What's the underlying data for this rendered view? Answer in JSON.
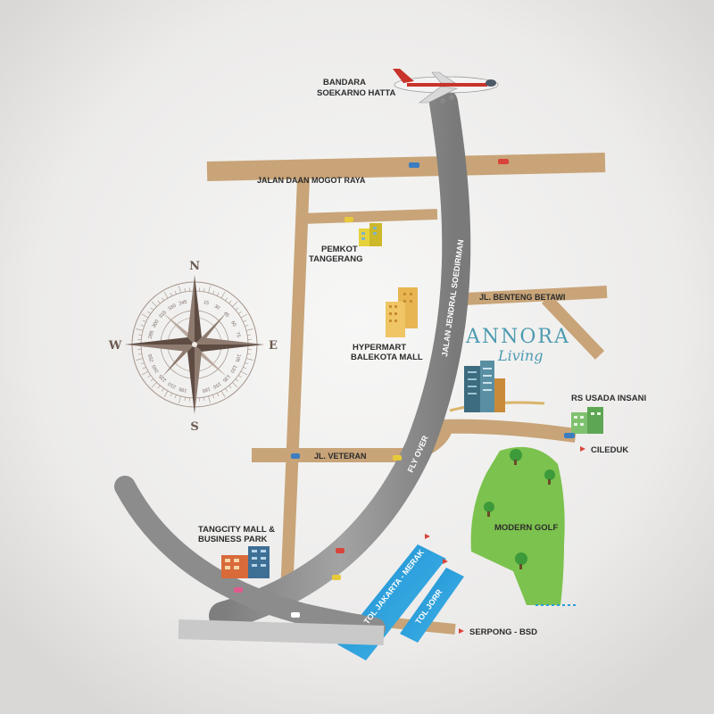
{
  "map": {
    "colors": {
      "background": "#e4e4e3",
      "road_brown": "#c8a478",
      "flyover_gray": "#8f8f8f",
      "toll_blue": "#2a9fd8",
      "golf_green": "#7cc24e",
      "brand_teal": "#4d9bb0",
      "compass_brown": "#7a6158"
    },
    "landmarks": {
      "airport": {
        "line1": "BANDARA",
        "line2": "SOEKARNO HATTA"
      },
      "pemkot": {
        "line1": "PEMKOT",
        "line2": "TANGERANG"
      },
      "hypermart": {
        "line1": "HYPERMART",
        "line2": "BALEKOTA MALL"
      },
      "rs_usada": {
        "label": "RS USADA INSANI"
      },
      "tangcity": {
        "line1": "TANGCITY MALL &",
        "line2": "BUSINESS PARK"
      },
      "golf": {
        "label": "MODERN GOLF"
      },
      "annora": {
        "line1": "ANNORA",
        "line2": "Living"
      }
    },
    "roads": {
      "daan_mogot": "JALAN DAAN MOGOT RAYA",
      "benteng_betawi": "JL. BENTENG BETAWI",
      "veteran": "JL. VETERAN",
      "sudirman": "JALAN JENDRAL SOEDIRMAN",
      "flyover": "FLY OVER",
      "tol_merak": "TOL JAKARTA - MERAK",
      "tol_jorr": "TOL JORR"
    },
    "destinations": {
      "cileduk": "CILEDUK",
      "serpong": "SERPONG - BSD"
    },
    "compass": {
      "north": "N",
      "east": "E",
      "south": "S",
      "west": "W",
      "degrees": [
        "15",
        "30",
        "45",
        "60",
        "75",
        "105",
        "120",
        "135",
        "150",
        "165",
        "195",
        "210",
        "225",
        "240",
        "255",
        "285",
        "300",
        "315",
        "330",
        "345"
      ]
    }
  }
}
